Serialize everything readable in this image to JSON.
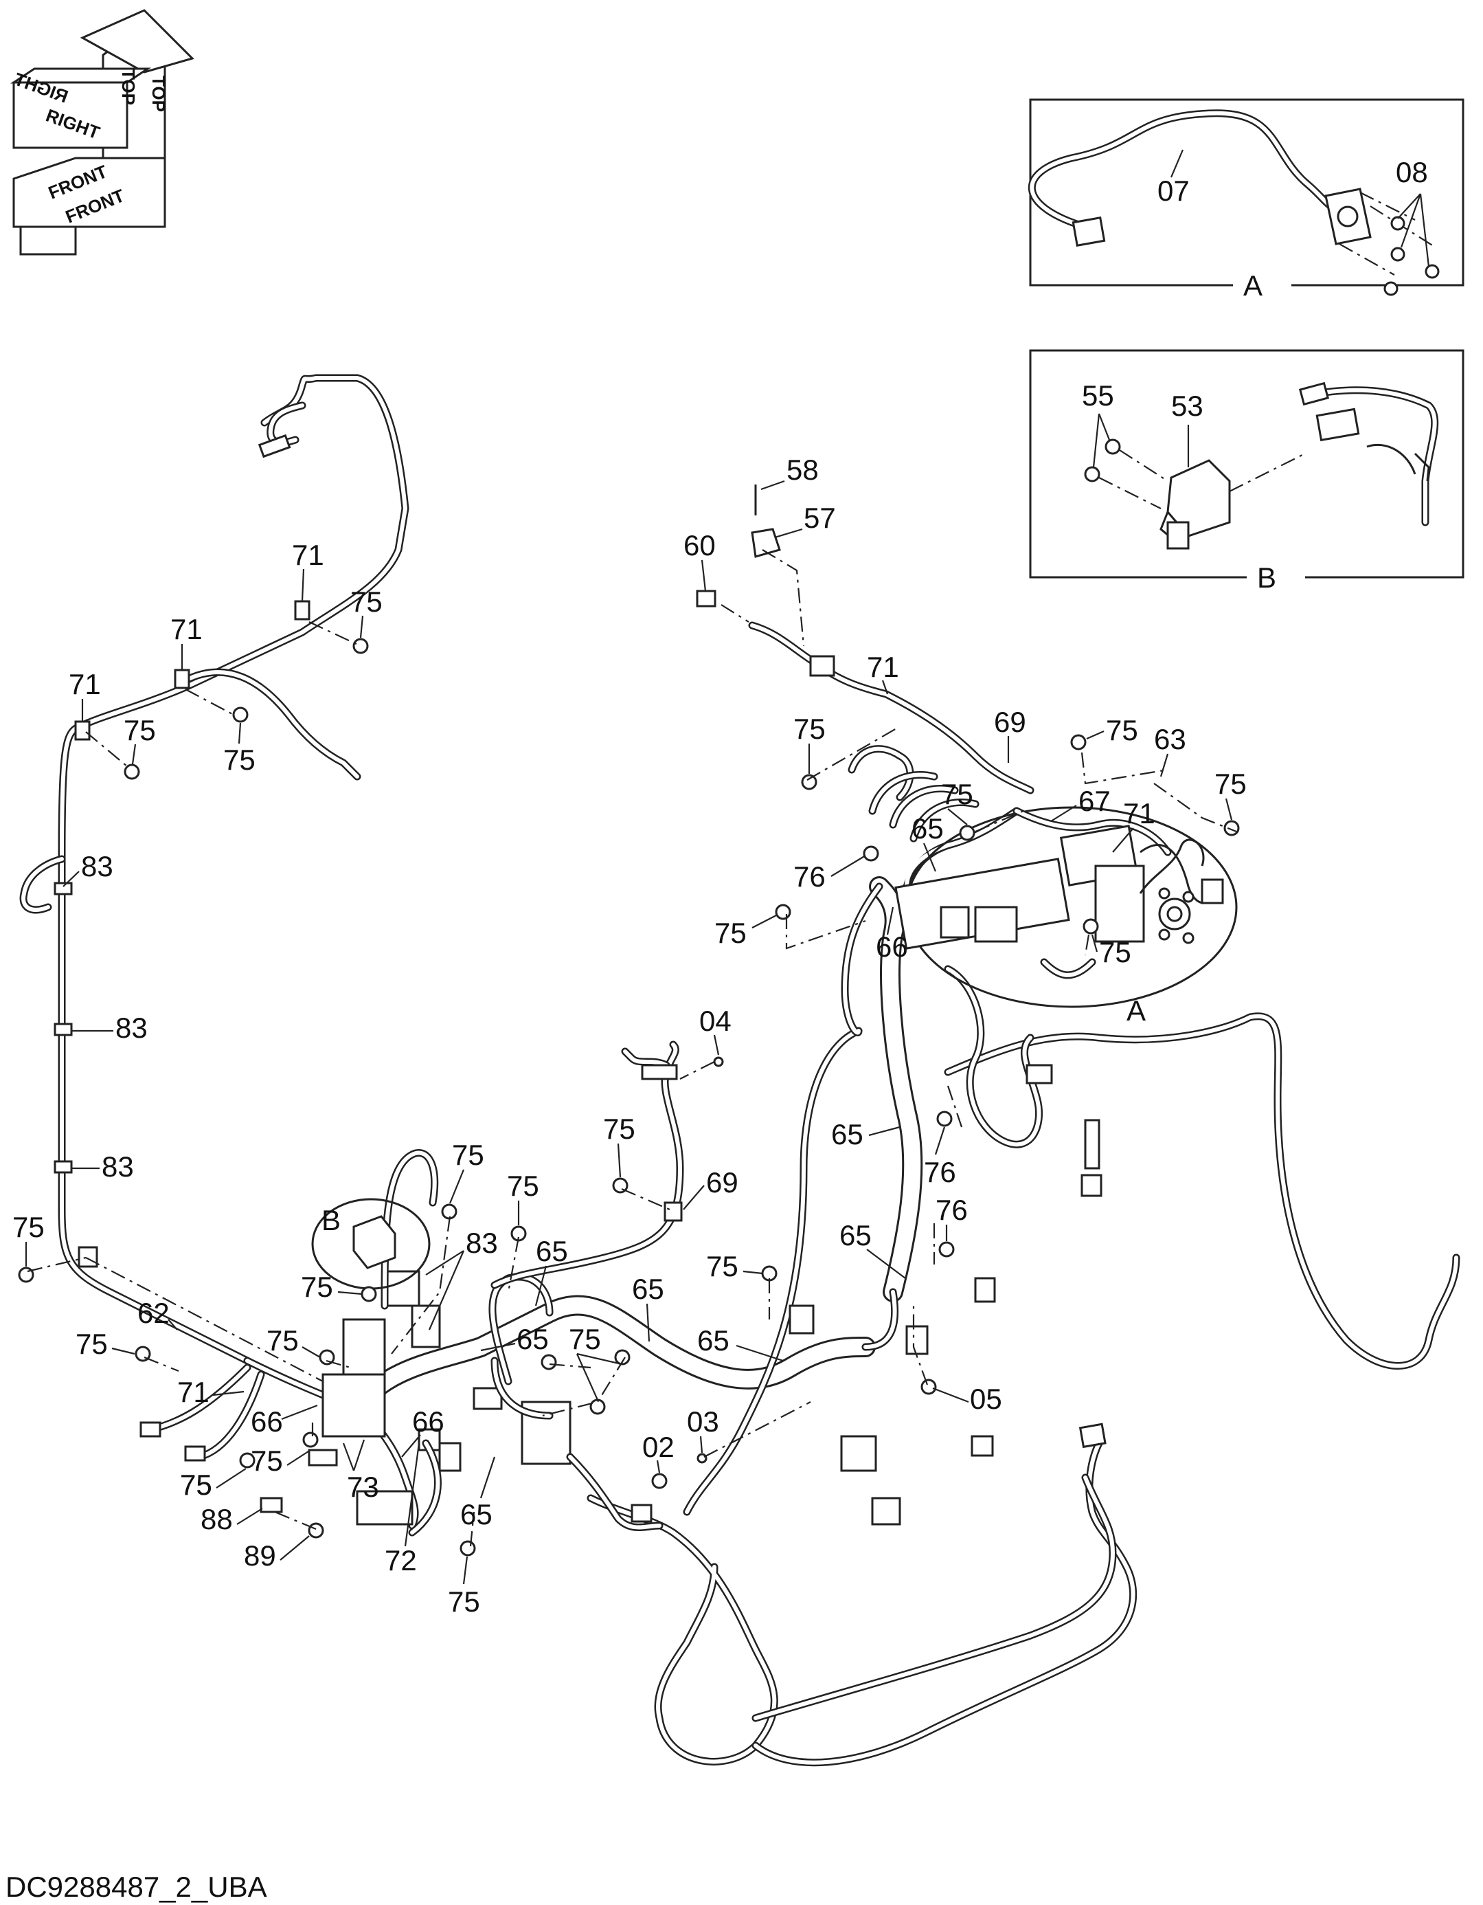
{
  "document_id": "DC9288487_2_UBA",
  "orientation_labels": {
    "top": "TOP",
    "right": "RIGHT",
    "front": "FRONT"
  },
  "inset_labels": {
    "a": "A",
    "b": "B"
  },
  "callouts": {
    "c07": "07",
    "c08": "08",
    "c55": "55",
    "c53": "53",
    "c58": "58",
    "c57": "57",
    "c60": "60",
    "c71a": "71",
    "c75a": "75",
    "c71b": "71",
    "c75b": "75",
    "c71c": "71",
    "c75c": "75",
    "c71d": "71",
    "c75d": "75",
    "c69a": "69",
    "c75e": "75",
    "c63": "63",
    "c75f": "75",
    "c67": "67",
    "c65a": "65",
    "c71e": "71",
    "c76a": "76",
    "c75g": "75",
    "c75h": "75",
    "c66a": "66",
    "cAmain": "A",
    "c83a": "83",
    "c83b": "83",
    "c83c": "83",
    "c04": "04",
    "c75i": "75",
    "c69b": "69",
    "c65b": "65",
    "c76b": "76",
    "c76c": "76",
    "c65c": "65",
    "c75j": "75",
    "c75k": "75",
    "cBmain": "B",
    "c83d": "83",
    "c65d": "65",
    "c75l": "75",
    "c65e": "65",
    "c65f": "65",
    "c75m": "75",
    "c65g": "65",
    "c05": "05",
    "c75n": "75",
    "c62": "62",
    "c75o": "75",
    "c75p": "75",
    "c75q": "75",
    "c71f": "71",
    "c66b": "66",
    "c66c": "66",
    "c75r": "75",
    "c75s": "75",
    "c73": "73",
    "c88": "88",
    "c89": "89",
    "c72": "72",
    "c65h": "65",
    "c02": "02",
    "c03": "03",
    "c75t": "75"
  }
}
